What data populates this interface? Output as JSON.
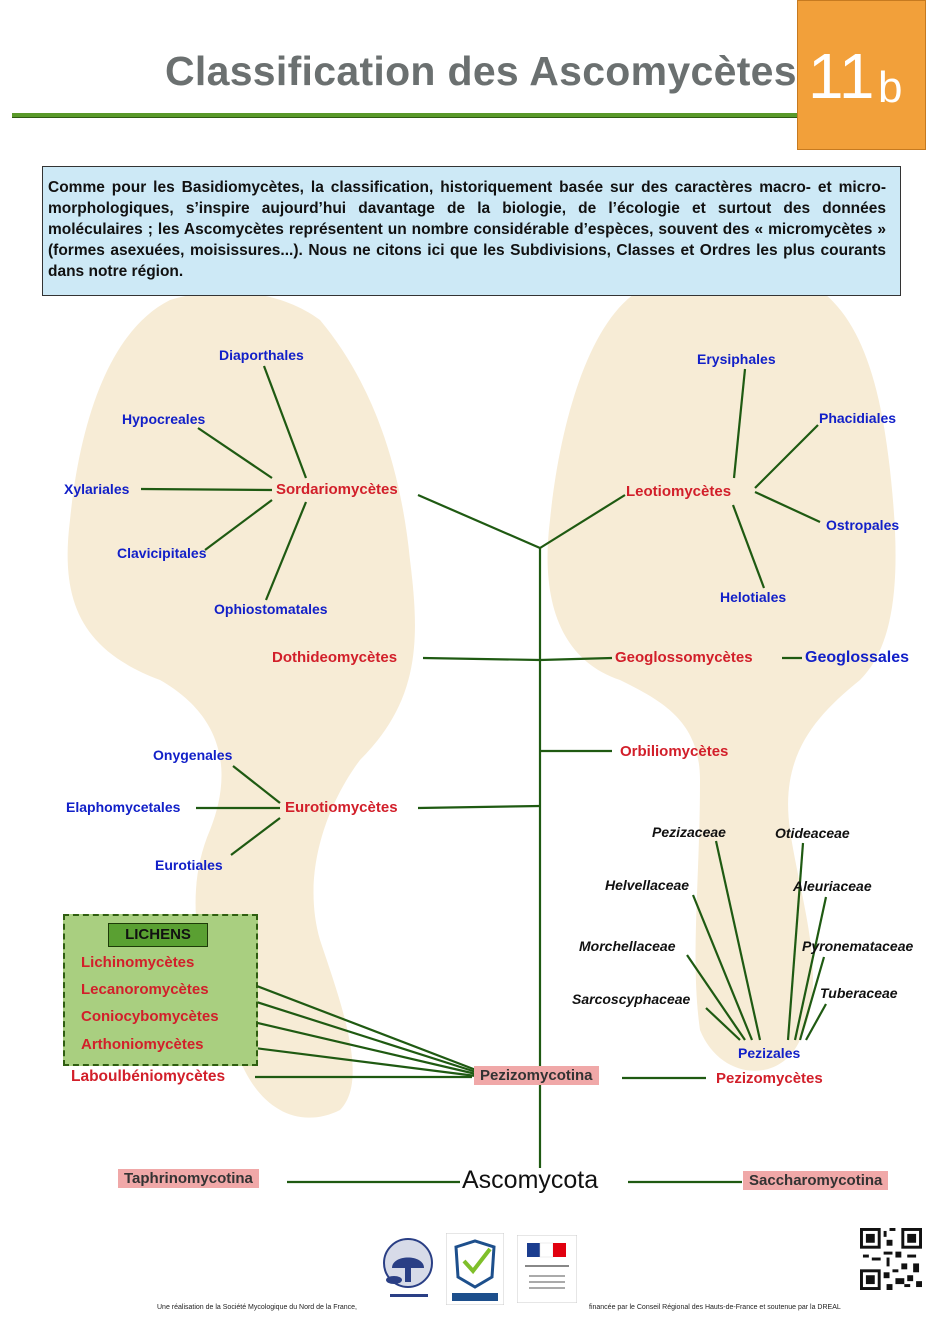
{
  "header": {
    "title": "Classification des Ascomycètes",
    "badge_number": "11",
    "badge_letter": "b"
  },
  "intro": "Comme pour les Basidiomycètes, la classification, historiquement basée sur des caractères macro- et micro-morphologiques, s’inspire aujourd’hui davantage de la biologie, de l’écologie et surtout des données moléculaires ; les Ascomycètes représentent un nombre considérable d’espèces, souvent des « micromycètes » (formes asexuées, moisissures...). Nous ne citons ici que les Subdivisions, Classes et Ordres les plus courants dans notre région.",
  "tree": {
    "root": "Ascomycota",
    "subdivisions": {
      "left": "Taphrinomycotina",
      "center": "Pezizomycotina",
      "right": "Saccharomycotina"
    },
    "sordariomycetes": {
      "name": "Sordariomycètes",
      "orders": [
        "Diaporthales",
        "Hypocreales",
        "Xylariales",
        "Clavicipitales",
        "Ophiostomatales"
      ]
    },
    "leotiomycetes": {
      "name": "Leotiomycètes",
      "orders": [
        "Erysiphales",
        "Phacidiales",
        "Ostropales",
        "Helotiales"
      ]
    },
    "dothideomycetes": {
      "name": "Dothideomycètes"
    },
    "geoglossomycetes": {
      "name": "Geoglossomycètes",
      "order": "Geoglossales"
    },
    "orbiliomycetes": {
      "name": "Orbiliomycètes"
    },
    "eurotiomycetes": {
      "name": "Eurotiomycètes",
      "orders": [
        "Onygenales",
        "Elaphomycetales",
        "Eurotiales"
      ]
    },
    "lichens": {
      "title": "LICHENS",
      "classes": [
        "Lichinomycètes",
        "Lecanoromycètes",
        "Coniocybomycètes",
        "Arthoniomycètes"
      ]
    },
    "laboulbeniomycetes": {
      "name": "Laboulbéniomycètes"
    },
    "pezizomycetes": {
      "name": "Pezizomycètes",
      "order": "Pezizales",
      "families": [
        "Pezizaceae",
        "Otideaceae",
        "Helvellaceae",
        "Aleuriaceae",
        "Morchellaceae",
        "Pyronemataceae",
        "Sarcoscyphaceae",
        "Tuberaceae"
      ]
    }
  },
  "colors": {
    "class": "#d21f2a",
    "order": "#1220c8",
    "line": "#1f5a12",
    "badge": "#f2a03a",
    "intro_bg": "#cde9f6"
  },
  "footer": {
    "left": "Une réalisation de la Société Mycologique du Nord de la France,",
    "right": "financée par le Conseil Régional des Hauts-de-France et soutenue par la DREAL",
    "region_logo": "Région Hauts-de-France"
  }
}
